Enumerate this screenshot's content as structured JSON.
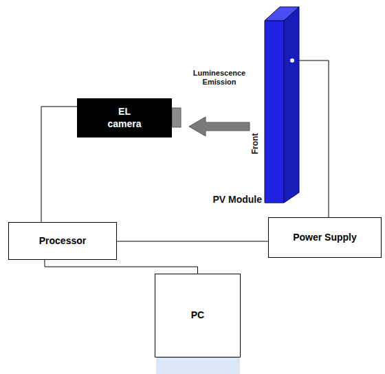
{
  "diagram": {
    "nodes": [
      {
        "text": [
          "EL camera"
        ]
      },
      {
        "text": [
          "PV Module",
          "Front"
        ]
      },
      {
        "text": [
          "Processor"
        ]
      },
      {
        "text": [
          "Power Supply"
        ]
      },
      {
        "text": [
          "PC"
        ]
      }
    ],
    "edges": [
      {
        "from": 1,
        "to": 0,
        "arrow": "to",
        "label": "Luminescence Emission"
      },
      {
        "from": 0,
        "to": 2,
        "arrow": "none"
      },
      {
        "from": 2,
        "to": 3,
        "arrow": "none"
      },
      {
        "from": 1,
        "to": 3,
        "arrow": "none"
      },
      {
        "from": 2,
        "to": 4,
        "arrow": "none"
      }
    ]
  }
}
